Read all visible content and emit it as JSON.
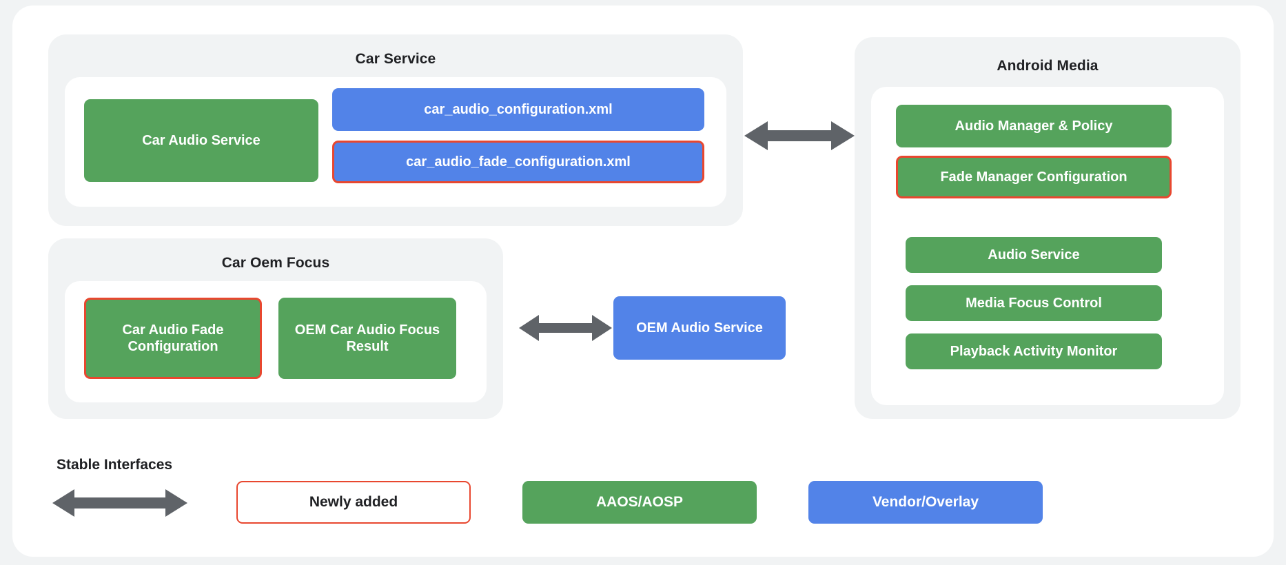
{
  "diagram": {
    "groups": [
      {
        "id": "car-service",
        "title": "Car Service",
        "nodes": [
          {
            "id": "car-audio-service",
            "label": "Car Audio Service",
            "style": "green",
            "highlighted": false
          },
          {
            "id": "car-audio-configuration-xml",
            "label": "car_audio_configuration.xml",
            "style": "blue",
            "highlighted": false
          },
          {
            "id": "car-audio-fade-configuration-xml",
            "label": "car_audio_fade_configuration.xml",
            "style": "blue",
            "highlighted": true
          }
        ]
      },
      {
        "id": "car-oem-focus",
        "title": "Car Oem Focus",
        "nodes": [
          {
            "id": "car-audio-fade-configuration",
            "label": "Car Audio Fade Configuration",
            "style": "green",
            "highlighted": true
          },
          {
            "id": "oem-car-audio-focus-result",
            "label": "OEM Car Audio Focus Result",
            "style": "green",
            "highlighted": false
          }
        ]
      },
      {
        "id": "android-media",
        "title": "Android Media",
        "nodes": [
          {
            "id": "audio-manager-and-policy",
            "label": "Audio Manager & Policy",
            "style": "green",
            "highlighted": false
          },
          {
            "id": "fade-manager-configuration",
            "label": "Fade Manager Configuration",
            "style": "green",
            "highlighted": true
          },
          {
            "id": "audio-service",
            "label": "Audio Service",
            "style": "green",
            "highlighted": false
          },
          {
            "id": "media-focus-control",
            "label": "Media Focus Control",
            "style": "green",
            "highlighted": false
          },
          {
            "id": "playback-activity-monitor",
            "label": "Playback Activity Monitor",
            "style": "green",
            "highlighted": false
          }
        ]
      }
    ],
    "standalone_nodes": [
      {
        "id": "oem-audio-service",
        "label": "OEM Audio Service",
        "style": "blue",
        "highlighted": false
      }
    ],
    "connectors": [
      {
        "id": "car-service-to-android-media",
        "type": "double-arrow"
      },
      {
        "id": "car-oem-focus-to-oem-audio-service",
        "type": "double-arrow"
      }
    ]
  },
  "legend": {
    "stable_interfaces_label": "Stable Interfaces",
    "arrow_name": "double-arrow-icon",
    "items": [
      {
        "id": "newly-added",
        "label": "Newly added"
      },
      {
        "id": "aaos-aosp",
        "label": "AAOS/AOSP"
      },
      {
        "id": "vendor-overlay",
        "label": "Vendor/Overlay"
      }
    ]
  },
  "colors": {
    "green": "#55a35c",
    "blue": "#5283e8",
    "highlight_red": "#e8472f",
    "arrow_gray": "#5f6368",
    "panel_gray": "#f1f3f4",
    "card_white": "#ffffff",
    "text_dark": "#202124"
  }
}
